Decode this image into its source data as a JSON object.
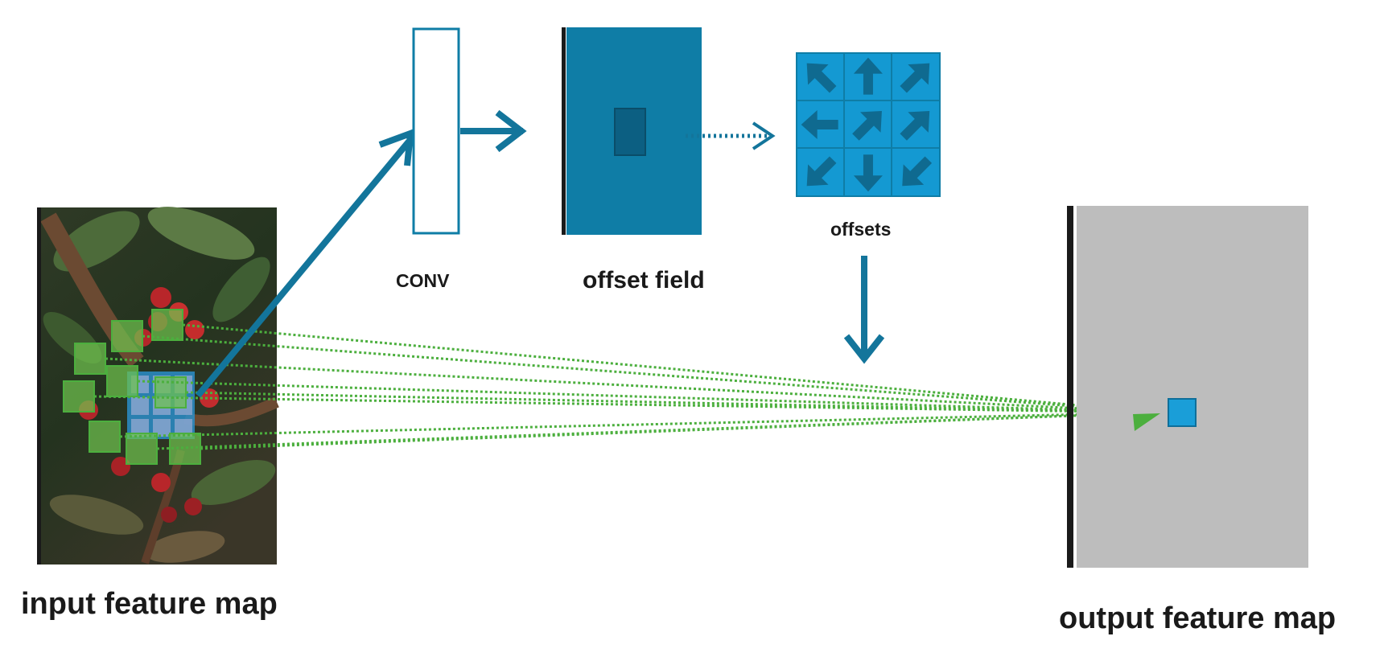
{
  "labels": {
    "input_feature_map": "input feature map",
    "conv": "CONV",
    "offset_field": "offset field",
    "offsets": "offsets",
    "output_feature_map": "output feature map"
  },
  "colors": {
    "blue": "#0f7da6",
    "cyan": "#1499d2",
    "arrow_blue": "#13759b",
    "green": "#4caf3e",
    "grey": "#bdbdbd",
    "output_pixel": "#1a9ed8"
  },
  "offset_arrows": [
    {
      "direction": "up-left"
    },
    {
      "direction": "up"
    },
    {
      "direction": "up-right"
    },
    {
      "direction": "left"
    },
    {
      "direction": "up-right"
    },
    {
      "direction": "up-right"
    },
    {
      "direction": "down-left"
    },
    {
      "direction": "down"
    },
    {
      "direction": "down-left"
    }
  ],
  "sampling_points": [
    {
      "row": 0,
      "col": 0
    },
    {
      "row": 0,
      "col": 1
    },
    {
      "row": 0,
      "col": 2
    },
    {
      "row": 1,
      "col": 0
    },
    {
      "row": 1,
      "col": 1
    },
    {
      "row": 1,
      "col": 2
    },
    {
      "row": 2,
      "col": 0
    },
    {
      "row": 2,
      "col": 1
    },
    {
      "row": 2,
      "col": 2
    }
  ]
}
